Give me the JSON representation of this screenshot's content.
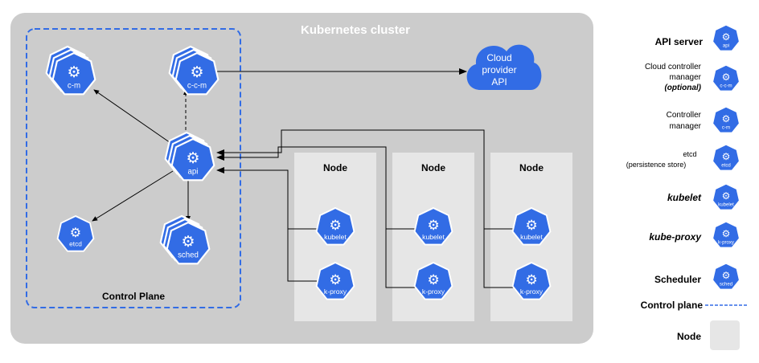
{
  "cluster": {
    "title": "Kubernetes cluster"
  },
  "control_plane": {
    "label": "Control Plane"
  },
  "cloud": {
    "lines": [
      "Cloud",
      "provider",
      "API"
    ]
  },
  "nodes": [
    {
      "label": "Node",
      "kubelet": "kubelet",
      "proxy": "k-proxy"
    },
    {
      "label": "Node",
      "kubelet": "kubelet",
      "proxy": "k-proxy"
    },
    {
      "label": "Node",
      "kubelet": "kubelet",
      "proxy": "k-proxy"
    }
  ],
  "components": {
    "cm": "c-m",
    "ccm": "c-c-m",
    "api": "api",
    "etcd": "etcd",
    "sched": "sched"
  },
  "legend": {
    "api_server": {
      "label": "API server",
      "icon_text": "api"
    },
    "ccm": {
      "line1": "Cloud controller",
      "line2": "manager",
      "line3": "(optional)",
      "icon_text": "c-c-m"
    },
    "cm": {
      "line1": "Controller",
      "line2": "manager",
      "icon_text": "c-m"
    },
    "etcd": {
      "line1": "etcd",
      "line2": "(persistence store)",
      "icon_text": "etcd"
    },
    "kubelet": {
      "label": "kubelet",
      "icon_text": "kubelet"
    },
    "kube_proxy": {
      "label": "kube-proxy",
      "icon_text": "k-proxy"
    },
    "scheduler": {
      "label": "Scheduler",
      "icon_text": "sched"
    },
    "control_plane": {
      "label": "Control plane"
    },
    "node": {
      "label": "Node"
    }
  },
  "colors": {
    "k8s_blue": "#326ce5",
    "cluster_bg": "#cccccc",
    "node_bg": "#e6e6e6",
    "line": "#000000",
    "white": "#ffffff"
  }
}
